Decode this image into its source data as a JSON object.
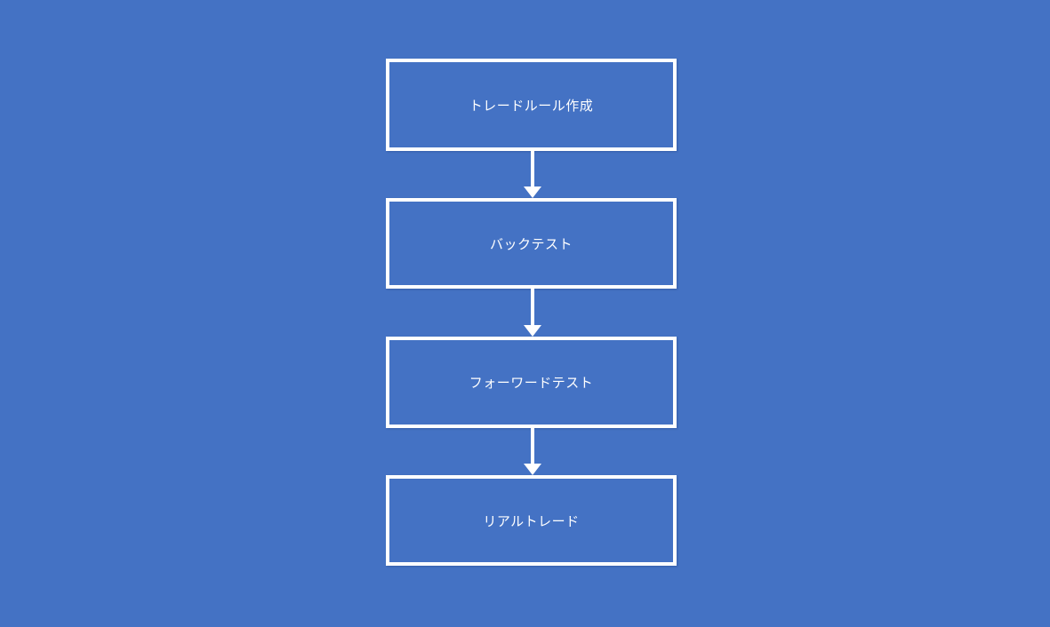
{
  "canvas": {
    "background_color": "#4472C4"
  },
  "diagram": {
    "type": "flowchart",
    "direction": "top-down",
    "node_fill_color": "#4472C4",
    "node_border_color": "#FFFFFF",
    "text_color": "#FFFFFF",
    "arrow_color": "#FFFFFF",
    "nodes": [
      {
        "id": "trade-rule-creation",
        "label": "トレードルール作成"
      },
      {
        "id": "backtest",
        "label": "バックテスト"
      },
      {
        "id": "forward-test",
        "label": "フォーワードテスト"
      },
      {
        "id": "real-trade",
        "label": "リアルトレード"
      }
    ],
    "edges": [
      {
        "from": "trade-rule-creation",
        "to": "backtest"
      },
      {
        "from": "backtest",
        "to": "forward-test"
      },
      {
        "from": "forward-test",
        "to": "real-trade"
      }
    ]
  }
}
